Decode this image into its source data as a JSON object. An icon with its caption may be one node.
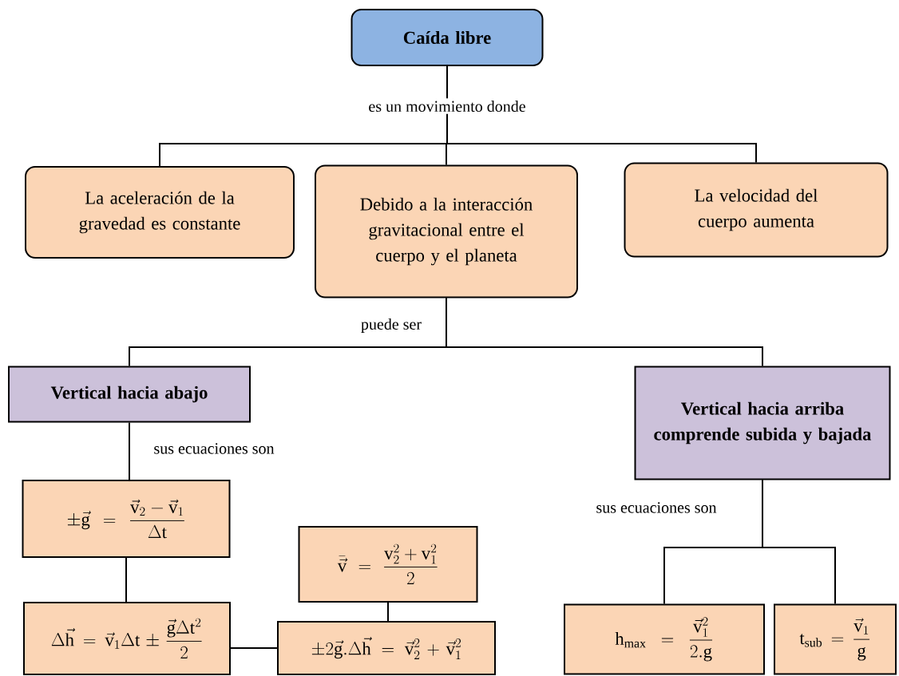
{
  "diagram": {
    "nodes": [
      {
        "text": [
          "Caída libre"
        ]
      },
      {
        "text": [
          "La aceleración de la gravedad es constante"
        ]
      },
      {
        "text": [
          "Debido a la interacción gravitacional entre el cuerpo y el planeta"
        ]
      },
      {
        "text": [
          "La velocidad del cuerpo aumenta"
        ]
      },
      {
        "text": [
          "Vertical hacia abajo"
        ]
      },
      {
        "text": [
          "Vertical hacia arriba comprende subida y bajada"
        ]
      },
      {
        "text": [
          "\\pm\\vec{\\mathrm{g}}=\\frac{\\vec{\\mathrm{v}}_2-\\vec{\\mathrm{v}}_1}{\\Delta \\mathrm{t}}"
        ]
      },
      {
        "text": [
          "\\bar{\\vec{\\mathrm{v}}}=\\frac{\\mathrm{v}_2^2+\\mathrm{v}_1^2}{2}"
        ]
      },
      {
        "text": [
          "\\Delta\\vec{\\mathrm{h}}=\\vec{\\mathrm{v}}_1\\Delta \\mathrm{t}\\pm\\frac{\\vec{\\mathrm{g}}\\Delta \\mathrm{t}^2}{2}"
        ]
      },
      {
        "text": [
          "\\pm 2\\vec{\\mathrm{g}}.\\Delta\\vec{\\mathrm{h}}=\\vec{\\mathrm{v}}_2^2+\\vec{\\mathrm{v}}_1^2"
        ]
      },
      {
        "text": [
          "\\mathrm{h}_{\\mathrm{max}}=\\frac{\\vec{\\mathrm{v}}_1^2}{2.\\mathrm{g}}"
        ]
      },
      {
        "text": [
          "\\mathrm{t}_{\\mathrm{sub}}=\\frac{\\vec{\\mathrm{v}}_1}{\\mathrm{g}}"
        ]
      }
    ],
    "edges": [
      {
        "from": 0,
        "to": 1,
        "arrow": "none"
      },
      {
        "from": 0,
        "to": 2,
        "arrow": "none",
        "label": "es un movimiento donde"
      },
      {
        "from": 0,
        "to": 3,
        "arrow": "none"
      },
      {
        "from": 2,
        "to": 4,
        "arrow": "none",
        "label": "puede  ser"
      },
      {
        "from": 2,
        "to": 5,
        "arrow": "none"
      },
      {
        "from": 4,
        "to": 6,
        "arrow": "none",
        "label": "sus ecuaciones son"
      },
      {
        "from": 6,
        "to": 8,
        "arrow": "none"
      },
      {
        "from": 8,
        "to": 9,
        "arrow": "none"
      },
      {
        "from": 7,
        "to": 9,
        "arrow": "none"
      },
      {
        "from": 5,
        "to": 10,
        "arrow": "none",
        "label": "sus ecuaciones son"
      },
      {
        "from": 5,
        "to": 11,
        "arrow": "none"
      }
    ]
  }
}
